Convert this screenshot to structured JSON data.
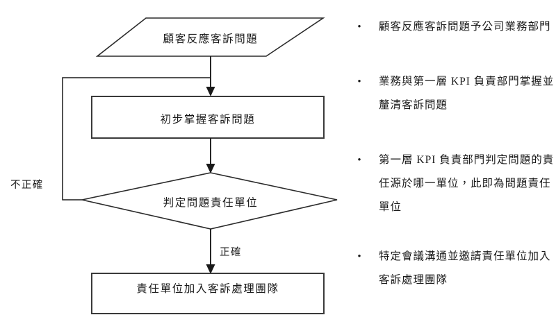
{
  "diagram": {
    "type": "flowchart",
    "title": "",
    "nodes": [
      {
        "id": "n1",
        "shape": "parallelogram",
        "label": "顧客反應客訴問題"
      },
      {
        "id": "n2",
        "shape": "rectangle",
        "label": "初步掌握客訴問題"
      },
      {
        "id": "n3",
        "shape": "diamond",
        "label": "判定問題責任單位"
      },
      {
        "id": "n4",
        "shape": "rectangle",
        "label": "責任單位加入客訴處理團隊"
      }
    ],
    "edges": [
      {
        "id": "e1",
        "from": "n1",
        "to": "n2",
        "label": ""
      },
      {
        "id": "e2",
        "from": "n2",
        "to": "n3",
        "label": ""
      },
      {
        "id": "e3",
        "from": "n3",
        "to": "n2",
        "label": "不正確"
      },
      {
        "id": "e4",
        "from": "n3",
        "to": "n4",
        "label": "正確"
      }
    ],
    "edge_labels": {
      "incorrect": "不正確",
      "correct": "正確"
    },
    "colors": {
      "stroke": "#2b2b2b",
      "fill": "#ffffff",
      "text": "#1a1a1a",
      "background": "#ffffff"
    }
  },
  "notes": {
    "bullet_glyph": "•",
    "items": [
      {
        "text": "顧客反應客訴問題予公司業務部門"
      },
      {
        "text": "業務與第一層 KPI 負責部門掌握並釐清客訴問題"
      },
      {
        "text": "第一層 KPI 負責部門判定問題的責任源於哪一單位，此即為問題責任單位"
      },
      {
        "text": "特定會議溝通並邀請責任單位加入客訴處理團隊"
      }
    ]
  }
}
